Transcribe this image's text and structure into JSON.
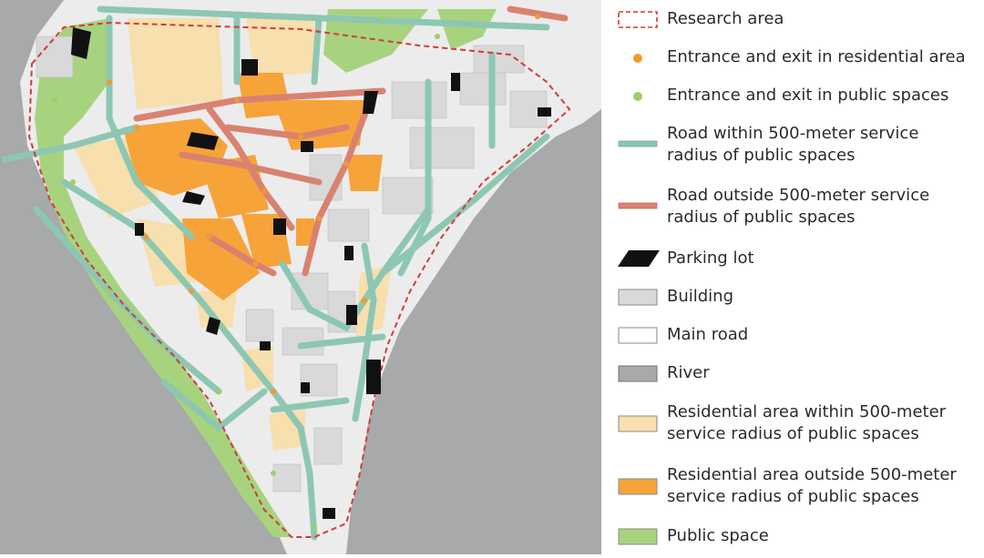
{
  "legend": [
    {
      "key": "research_area",
      "text": [
        "Research area"
      ],
      "color": "#d23a3a"
    },
    {
      "key": "entrance_residential",
      "text": [
        "Entrance and exit in residential area"
      ],
      "color": "#f29a2e"
    },
    {
      "key": "entrance_public",
      "text": [
        "Entrance and exit in public spaces"
      ],
      "color": "#9ccf6a"
    },
    {
      "key": "road_within",
      "text": [
        "Road within 500-meter service",
        "radius of public spaces"
      ],
      "color": "#8dc7b2"
    },
    {
      "key": "road_outside",
      "text": [
        "Road outside 500-meter service",
        "radius of public spaces"
      ],
      "color": "#d98270"
    },
    {
      "key": "parking_lot",
      "text": [
        "Parking lot"
      ],
      "color": "#111111"
    },
    {
      "key": "building",
      "text": [
        "Building"
      ],
      "color": "#d9d9d9"
    },
    {
      "key": "main_road",
      "text": [
        "Main road"
      ],
      "color": "#ffffff"
    },
    {
      "key": "river",
      "text": [
        "River"
      ],
      "color": "#a7a9ab"
    },
    {
      "key": "residential_within",
      "text": [
        "Residential area within 500-meter",
        "service radius of public spaces"
      ],
      "color": "#f7dfae"
    },
    {
      "key": "residential_outside",
      "text": [
        "Residential area outside 500-meter",
        "service radius of public spaces"
      ],
      "color": "#f6a33a"
    },
    {
      "key": "public_space",
      "text": [
        "Public space"
      ],
      "color": "#a7d37f"
    }
  ]
}
